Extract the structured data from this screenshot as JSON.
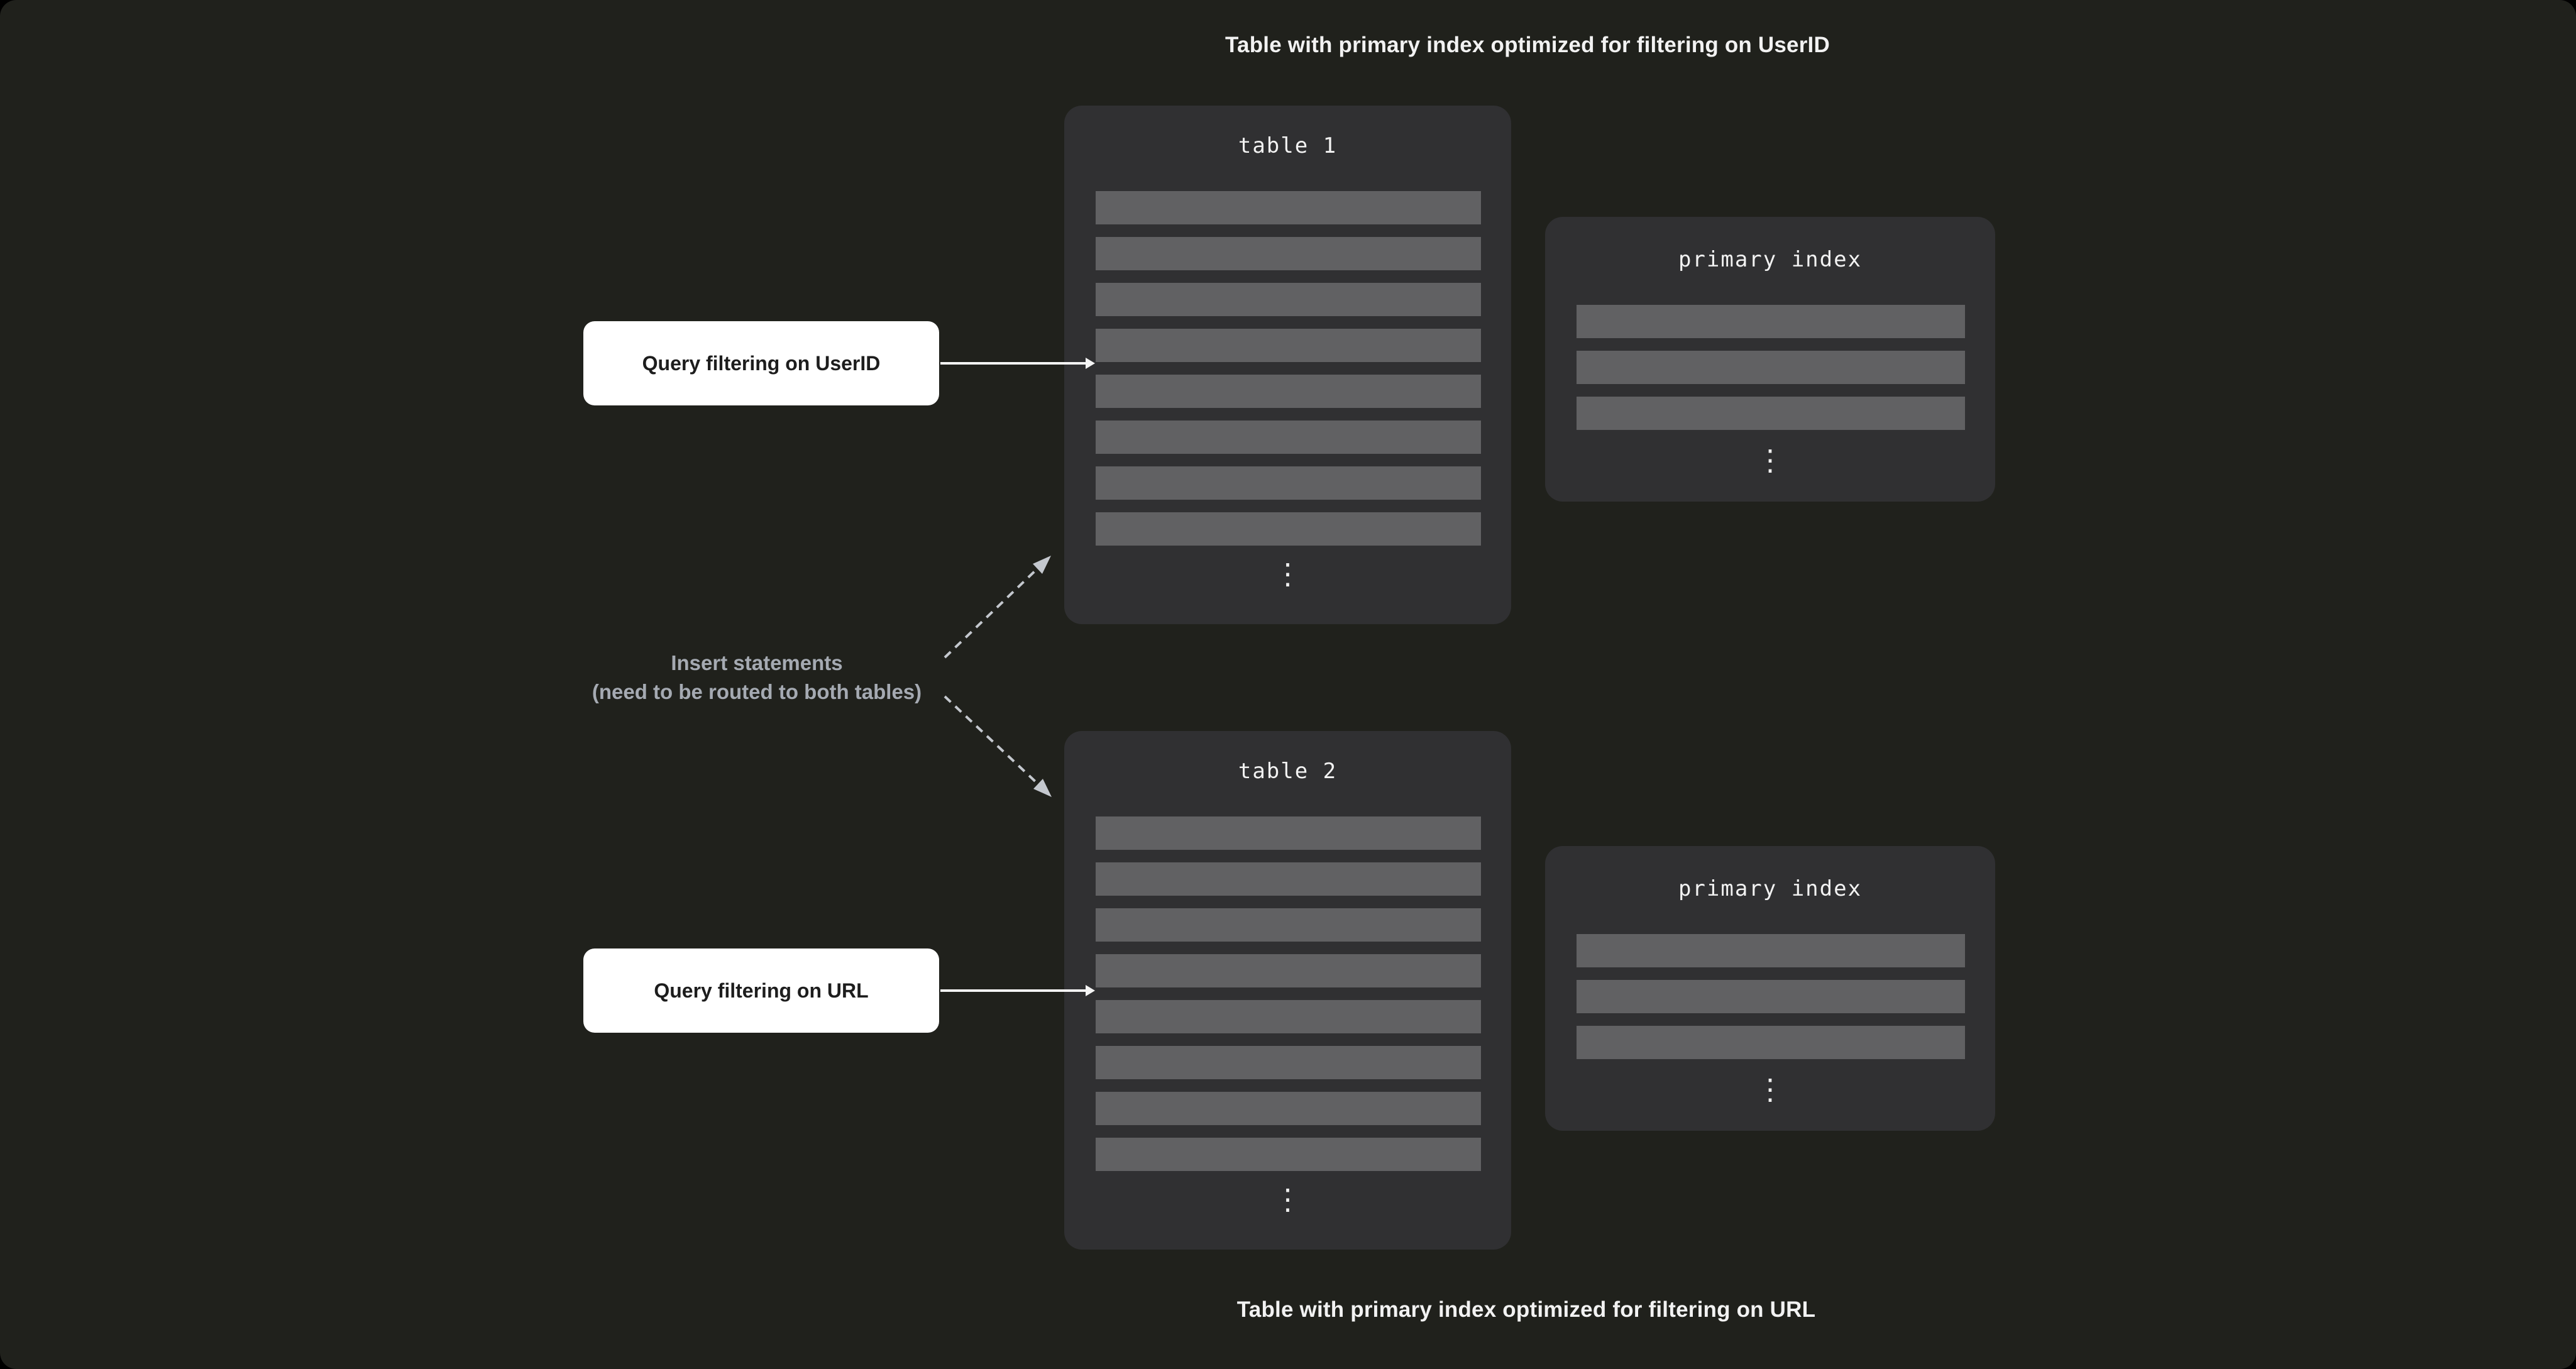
{
  "titles": {
    "top": "Table with primary index optimized for filtering on UserID",
    "bottom": "Table with primary index optimized for filtering on URL"
  },
  "labels": {
    "query_userid": "Query filtering on UserID",
    "query_url": "Query filtering on URL",
    "insert_line1": "Insert statements",
    "insert_line2": "(need to be routed to both tables)"
  },
  "diagram": {
    "table1": {
      "title": "table 1",
      "row_count": 8,
      "ellipsis": "⋮"
    },
    "table2": {
      "title": "table 2",
      "row_count": 8,
      "ellipsis": "⋮"
    },
    "index1": {
      "title": "primary index",
      "row_count": 3,
      "ellipsis": "⋮"
    },
    "index2": {
      "title": "primary index",
      "row_count": 3,
      "ellipsis": "⋮"
    }
  },
  "colors": {
    "background": "#20211c",
    "panel": "#303032",
    "row": "#616163",
    "label_box_bg": "#ffffff",
    "label_box_text": "#1d1d1d",
    "title_text": "#f2f2f2",
    "muted_text": "#a5aab2",
    "solid_arrow": "#f5f5f5",
    "dashed_arrow": "#c4c8ce",
    "ellipsis": "#efefef"
  }
}
